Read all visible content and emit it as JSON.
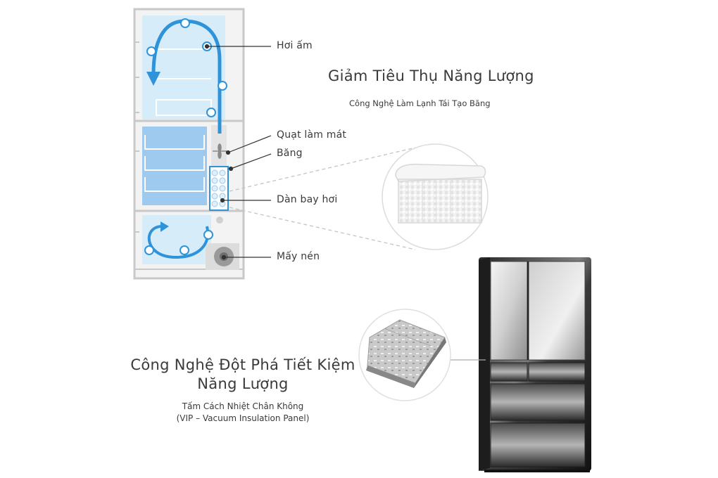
{
  "section1": {
    "title": "Giảm Tiêu Thụ Năng Lượng",
    "subtitle": "Công Nghệ Làm Lạnh Tái Tạo Băng"
  },
  "diagram": {
    "labels": {
      "warm_air": "Hơi ấm",
      "cooling_fan": "Quạt làm mát",
      "ice": "Băng",
      "evaporator": "Dàn bay hơi",
      "compressor": "Mấy nén"
    }
  },
  "section2": {
    "title_line1": "Công Nghệ Đột Phá Tiết Kiệm",
    "title_line2": "Năng Lượng",
    "subtitle_line1": "Tấm Cách Nhiệt Chân Không",
    "subtitle_line2": "(VIP – Vacuum Insulation Panel)"
  },
  "colors": {
    "compartment_fill": "#d6ecf9",
    "drawer_fill": "#9fcaf0",
    "flow_arrow": "#2f93da",
    "outline_gray": "#c8c8c8"
  }
}
